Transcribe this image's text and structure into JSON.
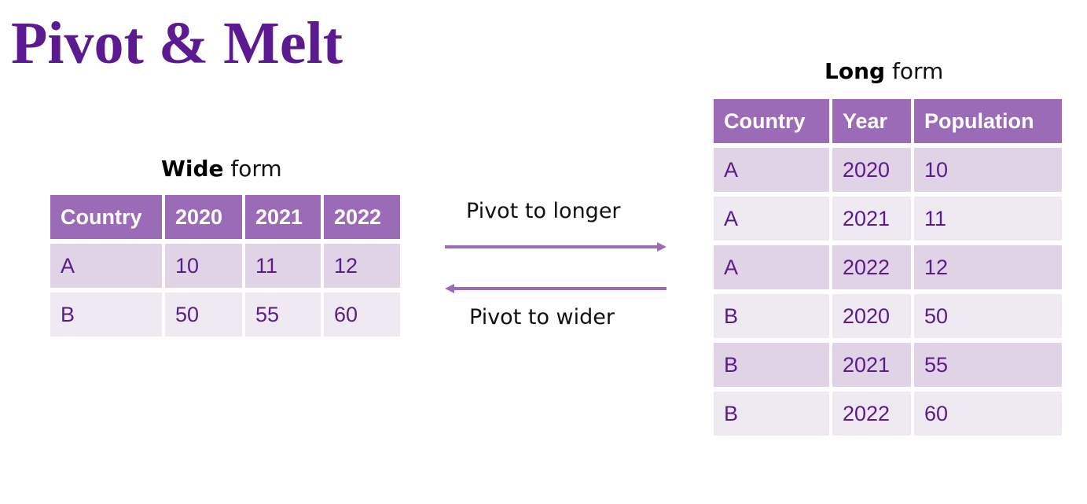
{
  "title": "Pivot & Melt",
  "wide": {
    "caption_bold": "Wide",
    "caption_rest": " form",
    "headers": [
      "Country",
      "2020",
      "2021",
      "2022"
    ],
    "rows": [
      [
        "A",
        "10",
        "11",
        "12"
      ],
      [
        "B",
        "50",
        "55",
        "60"
      ]
    ]
  },
  "long": {
    "caption_bold": "Long",
    "caption_rest": " form",
    "headers": [
      "Country",
      "Year",
      "Population"
    ],
    "rows": [
      [
        "A",
        "2020",
        "10"
      ],
      [
        "A",
        "2021",
        "11"
      ],
      [
        "A",
        "2022",
        "12"
      ],
      [
        "B",
        "2020",
        "50"
      ],
      [
        "B",
        "2021",
        "55"
      ],
      [
        "B",
        "2022",
        "60"
      ]
    ]
  },
  "arrows": {
    "to_longer": "Pivot to longer",
    "to_wider": "Pivot to wider",
    "color": "#9b6bb7"
  },
  "colors": {
    "title": "#5b1a8f",
    "header_bg": "#9b6bb7",
    "row_odd_bg": "#e0d3e5",
    "row_even_bg": "#efeaf1",
    "cell_text": "#5b1a8f"
  }
}
